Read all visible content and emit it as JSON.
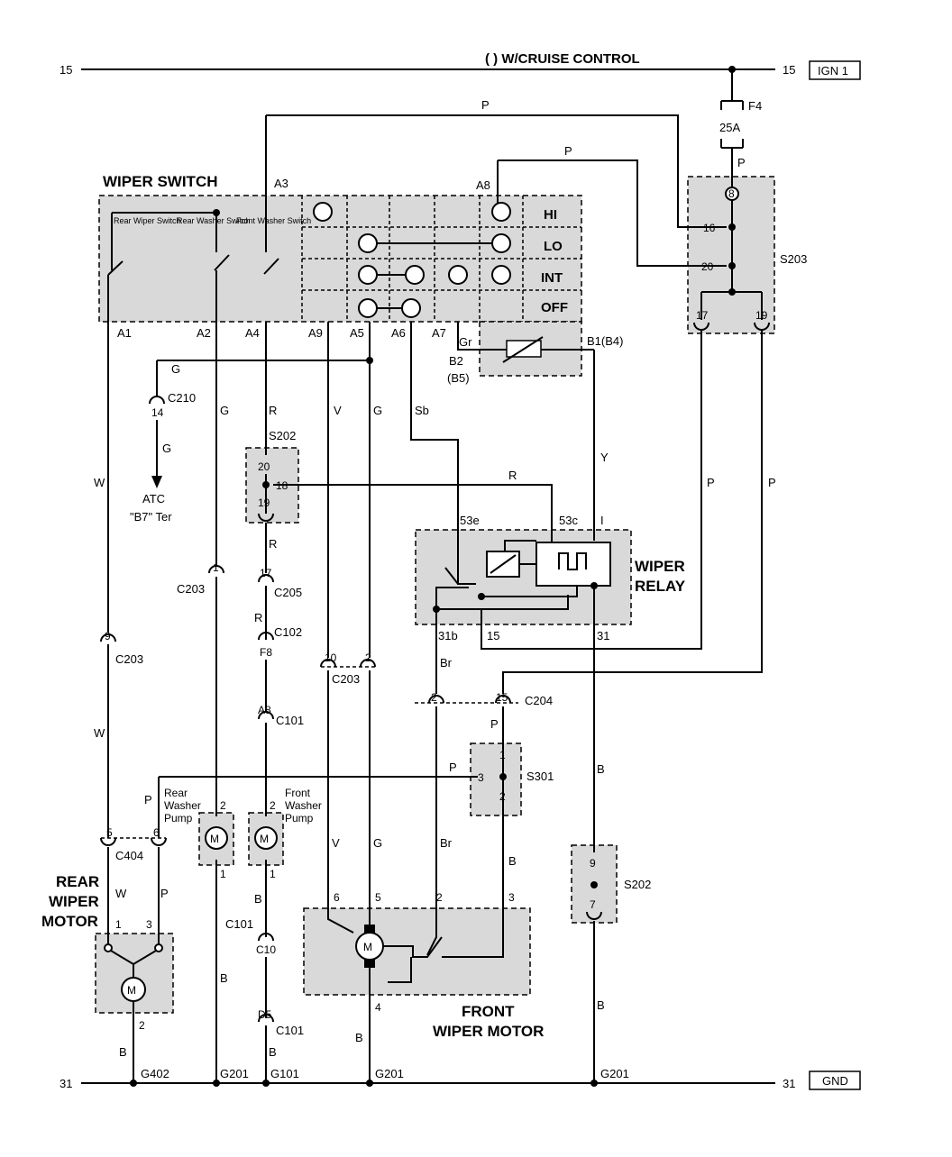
{
  "title": "(   ) W/CRUISE CONTROL",
  "rails": {
    "top_left": "15",
    "top_right": "15",
    "ign": "IGN 1",
    "bottom_left": "31",
    "bottom_right": "31",
    "gnd": "GND"
  },
  "fuse": {
    "name": "F4",
    "rating": "25A"
  },
  "wiper_switch": {
    "title": "WIPER SWITCH",
    "sub_switches": [
      "Rear Wiper Switch",
      "Rear Washer Switch",
      "Front Washer Switch"
    ],
    "positions": [
      "HI",
      "LO",
      "INT",
      "OFF"
    ],
    "pins_top": [
      "A3",
      "A8"
    ],
    "pins_bottom": [
      "A1",
      "A2",
      "A4",
      "A9",
      "A5",
      "A6",
      "A7"
    ],
    "b_pins": [
      "B2",
      "(B5)",
      "B1(B4)"
    ]
  },
  "splices": [
    "S203",
    "S202",
    "S301",
    "S202"
  ],
  "s203_pins": [
    "8",
    "16",
    "20",
    "17",
    "19"
  ],
  "s202a_pins": [
    "20",
    "18",
    "19"
  ],
  "s301_pins": [
    "1",
    "3",
    "2"
  ],
  "s202b_pins": [
    "9",
    "7"
  ],
  "wire_colors": [
    "P",
    "P",
    "P",
    "G",
    "G",
    "R",
    "V",
    "G",
    "Sb",
    "Gr",
    "Y",
    "R",
    "W",
    "G",
    "R",
    "R",
    "P",
    "P",
    "W",
    "P",
    "V",
    "G",
    "Br",
    "B",
    "B",
    "B",
    "B",
    "B",
    "B",
    "P",
    "P",
    "B",
    "W",
    "Br"
  ],
  "connectors": {
    "c210": "C210",
    "c210_pin": "14",
    "c203": "C203",
    "c203_pin1": "1",
    "c203_pin9": "9",
    "c203_pin10": "10",
    "c203_pin2": "2",
    "c205": "C205",
    "c205_pin": "17",
    "c102": "C102",
    "c102_pin": "F8",
    "c101": "C101",
    "c101_a8": "A8",
    "c101_c10": "C10",
    "c101_d5": "D5",
    "c204": "C204",
    "c204_pin2": "2",
    "c204_pin15": "15",
    "c404": "C404",
    "c404_pin5": "5",
    "c404_pin6": "6"
  },
  "atc": {
    "line1": "ATC",
    "line2": "\"B7\" Ter"
  },
  "wiper_relay": {
    "title_line1": "WIPER",
    "title_line2": "RELAY",
    "pins": [
      "53e",
      "53c",
      "I",
      "31b",
      "15",
      "31"
    ]
  },
  "rear_washer_pump": {
    "label": [
      "Rear",
      "Washer",
      "Pump"
    ],
    "pin_top": "2",
    "pin_bottom": "1"
  },
  "front_washer_pump": {
    "label": [
      "Front",
      "Washer",
      "Pump"
    ],
    "pin_top": "2",
    "pin_bottom": "1"
  },
  "rear_wiper_motor": {
    "label": [
      "REAR",
      "WIPER",
      "MOTOR"
    ],
    "pins": [
      "1",
      "3",
      "2"
    ]
  },
  "front_wiper_motor": {
    "label": [
      "FRONT",
      "WIPER MOTOR"
    ],
    "pins": [
      "6",
      "5",
      "2",
      "3",
      "4"
    ]
  },
  "motor_symbol": "M",
  "grounds": [
    "G402",
    "G201",
    "G101",
    "G201",
    "G201"
  ]
}
